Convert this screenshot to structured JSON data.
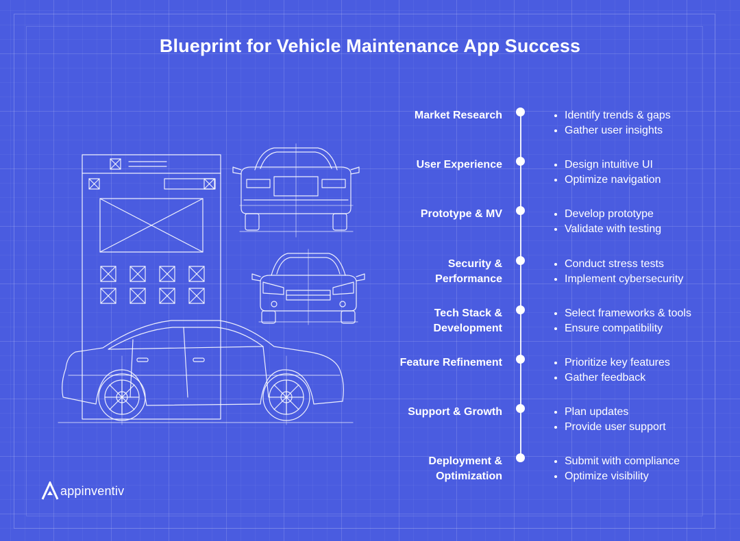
{
  "title": "Blueprint for Vehicle Maintenance App Success",
  "steps": [
    {
      "label": "Market Research",
      "bullets": [
        "Identify trends & gaps",
        "Gather user insights"
      ]
    },
    {
      "label": "User Experience",
      "bullets": [
        "Design intuitive UI",
        "Optimize navigation"
      ]
    },
    {
      "label": "Prototype & MV",
      "bullets": [
        "Develop prototype",
        "Validate with testing"
      ]
    },
    {
      "label": "Security & Performance",
      "bullets": [
        "Conduct stress tests",
        "Implement cybersecurity"
      ]
    },
    {
      "label": "Tech Stack & Development",
      "bullets": [
        "Select frameworks & tools",
        "Ensure compatibility"
      ]
    },
    {
      "label": "Feature Refinement",
      "bullets": [
        "Prioritize key features",
        "Gather feedback"
      ]
    },
    {
      "label": "Support & Growth",
      "bullets": [
        "Plan updates",
        "Provide user support"
      ]
    },
    {
      "label": "Deployment & Optimization",
      "bullets": [
        "Submit with compliance",
        "Optimize visibility"
      ]
    }
  ],
  "logo": {
    "text": "appinventiv",
    "icon": "appinventiv-logo-icon"
  },
  "colors": {
    "background": "#4a5ce0",
    "line": "#ffffff"
  }
}
